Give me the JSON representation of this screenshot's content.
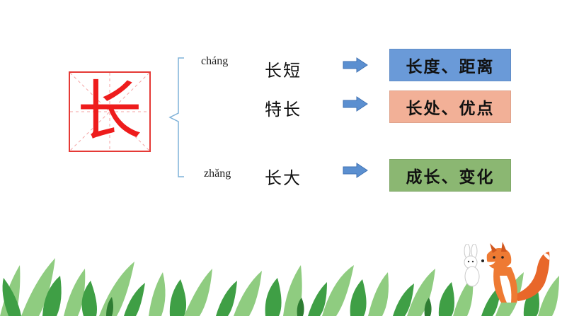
{
  "character": "长",
  "readings": [
    {
      "pinyin": "cháng",
      "words": [
        {
          "text": "长短",
          "meaning": "长度、距离",
          "color": "#6a9ad8"
        },
        {
          "text": "特长",
          "meaning": "长处、优点",
          "color": "#f2b097"
        }
      ]
    },
    {
      "pinyin": "zhǎng",
      "words": [
        {
          "text": "长大",
          "meaning": "成长、变化",
          "color": "#8bb772"
        }
      ]
    }
  ],
  "colors": {
    "character": "#ee1c1c",
    "grid_border": "#e53935",
    "arrow": "#5b8fd0",
    "leaves": "#4caf50"
  },
  "icons": [
    "right-arrow-icon",
    "fox-illustration",
    "rabbit-illustration",
    "leaves-decoration"
  ]
}
